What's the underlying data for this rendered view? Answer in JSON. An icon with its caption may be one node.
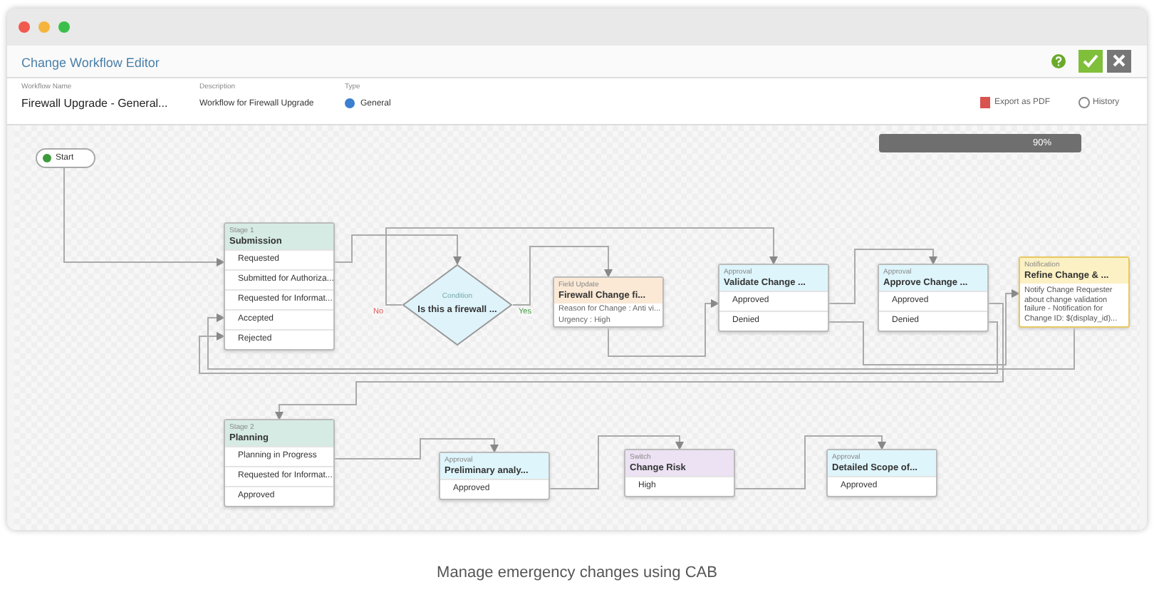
{
  "diagram": {
    "title": "Change Workflow Editor",
    "caption": "Manage emergency changes using CAB",
    "nodes": [
      {
        "text": [
          "Start"
        ]
      },
      {
        "text": [
          "Stage 1",
          "Submission",
          "Requested",
          "Submitted for Authoriza...",
          "Requested for Informat...",
          "Accepted",
          "Rejected"
        ]
      },
      {
        "text": [
          "Condition",
          "Is this a firewall ..."
        ]
      },
      {
        "text": [
          "Field Update",
          "Firewall Change fi...",
          "Reason for Change : Anti vi...",
          "Urgency : High"
        ]
      },
      {
        "text": [
          "Approval",
          "Validate Change ...",
          "Approved",
          "Denied"
        ]
      },
      {
        "text": [
          "Approval",
          "Approve Change ...",
          "Approved",
          "Denied"
        ]
      },
      {
        "text": [
          "Notification",
          "Refine Change & ...",
          "Notify Change Requester about change validation failure - Notification for Change ID: $(display_id)..."
        ]
      },
      {
        "text": [
          "Stage 2",
          "Planning",
          "Planning in Progress",
          "Requested for Informat...",
          "Approved"
        ]
      },
      {
        "text": [
          "Approval",
          "Preliminary analy...",
          "Approved"
        ]
      },
      {
        "text": [
          "Switch",
          "Change Risk",
          "High"
        ]
      },
      {
        "text": [
          "Approval",
          "Detailed Scope of...",
          "Approved"
        ]
      }
    ],
    "edges": [
      {
        "from": 0,
        "to": 1,
        "arrow": "to"
      },
      {
        "from": 1,
        "to": 2,
        "arrow": "to"
      },
      {
        "from": 2,
        "to": 3,
        "arrow": "to",
        "label": "Yes"
      },
      {
        "from": 2,
        "to": 4,
        "arrow": "to",
        "label": "No"
      },
      {
        "from": 3,
        "to": 4,
        "arrow": "to"
      },
      {
        "from": 4,
        "to": 5,
        "arrow": "to"
      },
      {
        "from": 4,
        "to": 6,
        "arrow": "to"
      },
      {
        "from": 5,
        "to": 7,
        "arrow": "to"
      },
      {
        "from": 5,
        "to": 1,
        "arrow": "to"
      },
      {
        "from": 6,
        "to": 1,
        "arrow": "to"
      },
      {
        "from": 7,
        "to": 8,
        "arrow": "to"
      },
      {
        "from": 8,
        "to": 9,
        "arrow": "to"
      },
      {
        "from": 9,
        "to": 10,
        "arrow": "to"
      }
    ],
    "labels": [
      "Workflow Name",
      "Firewall Upgrade - General...",
      "Description",
      "Workflow for Firewall Upgrade",
      "Type",
      "General",
      "Export as PDF",
      "History",
      "90%"
    ]
  }
}
